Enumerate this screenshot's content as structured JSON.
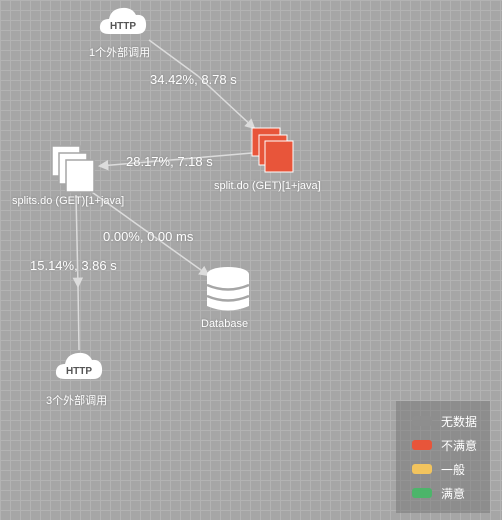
{
  "nodes": {
    "http_top": {
      "icon_text": "HTTP",
      "label": "1个外部调用"
    },
    "split_do": {
      "label": "split.do (GET)[1+java]"
    },
    "splits_do": {
      "label": "splits.do (GET)[1+java]"
    },
    "database": {
      "label": "Database"
    },
    "http_bottom": {
      "icon_text": "HTTP",
      "label": "3个外部调用"
    }
  },
  "edges": {
    "http_to_split": "34.42%, 8.78 s",
    "splits_to_split": "28.17%, 7.18 s",
    "splits_to_db": "0.00%, 0.00 ms",
    "splits_to_http": "15.14%, 3.86 s"
  },
  "legend": [
    {
      "label": "无数据",
      "color": "#8e8e8e"
    },
    {
      "label": "不满意",
      "color": "#e8553a"
    },
    {
      "label": "一般",
      "color": "#f2c45e"
    },
    {
      "label": "满意",
      "color": "#4cb56a"
    }
  ],
  "colors": {
    "edge": "#dcdcdc",
    "unsatisfied": "#e8553a",
    "white": "#ffffff"
  }
}
